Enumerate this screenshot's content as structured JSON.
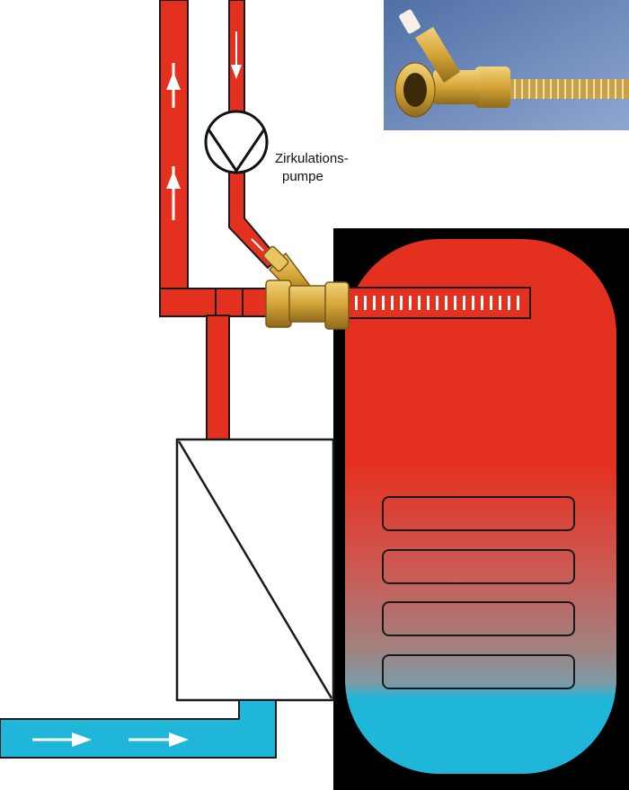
{
  "labels": {
    "pump_line1": "Zirkulations-",
    "pump_line2": "pumpe"
  },
  "colors": {
    "hot": "#e4311f",
    "cold": "#1fb6da",
    "outline": "#1a1a1a",
    "tank_frame": "#000000",
    "photo_background": "#6f8fbf",
    "brass": "#d4a437"
  },
  "icons": {
    "pump": "circulation-pump-symbol",
    "flow": "flow-arrow",
    "heat_exchanger": "heat-exchanger-symbol",
    "valve": "y-strainer-valve"
  }
}
